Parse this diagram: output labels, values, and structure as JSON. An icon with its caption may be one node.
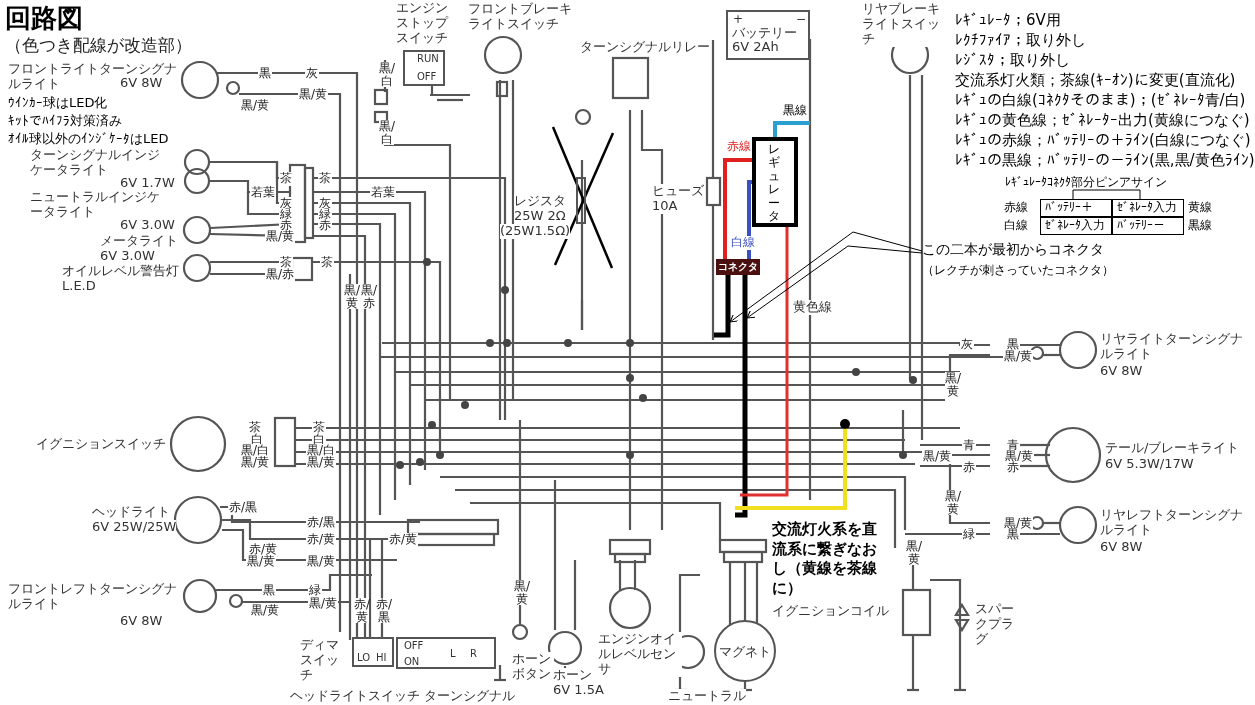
{
  "diagram": {
    "title": "回路図",
    "nodes": [
      {
        "text": [
          "RUN",
          "OFF"
        ],
        "beside": [
          "エンジンストップスイッチ"
        ]
      },
      {
        "text": [
          "+",
          "−",
          "バッテリー 6V 2Ah"
        ]
      },
      {
        "text": [
          "レギュレータ"
        ]
      },
      {
        "text": [
          "コネクタ"
        ]
      },
      {
        "text": [
          "この二本が最初からコネクタ",
          "（レクチが刺さっていたコネクタ）"
        ]
      },
      {
        "text": [
          "LO",
          "HI"
        ]
      },
      {
        "text": [
          "OFF",
          "ON",
          "L",
          "R"
        ]
      },
      {
        "text": [
          "マグネト"
        ]
      }
    ],
    "edges": [
      {
        "from": 2,
        "to": 3,
        "arrow": "none",
        "label": "赤線",
        "style": "thick",
        "color": "#e02020"
      },
      {
        "from": 2,
        "to": 3,
        "arrow": "none",
        "label": "白線",
        "style": "thick",
        "color": "#3a4fc0"
      },
      {
        "from": 4,
        "to": null,
        "arrow": "to"
      },
      {
        "from": 4,
        "to": null,
        "arrow": "to"
      }
    ],
    "labels": [
      "（色つき配線が改造部）",
      "フロントライトターンシグナルライト",
      "6V 8W",
      "ｳｲﾝｶｰ球はLED化",
      "ｷｯﾄでﾊｲﾌﾗ対策済み",
      "ｵｲﾙ球以外のｲﾝｼﾞｹｰﾀはLED",
      "ターンシグナルインジケータライト",
      "6V 1.7W",
      "ニュートラルインジケータライト",
      "6V 3.0W",
      "メータライト",
      "6V 3.0W",
      "オイルレベル警告灯",
      "L.E.D",
      "フロントブレーキライトスイッチ",
      "ターンシグナルリレー",
      "レジスタ",
      "25W 2Ω",
      "(25W1.5Ω)",
      "ヒューズ",
      "10A",
      "リヤブレーキライトスイッチ",
      "ﾚｷﾞｭﾚｰﾀ；6V用",
      "ﾚｸﾁﾌｧｲｱ；取り外し",
      "ﾚｼﾞｽﾀ；取り外し",
      "交流系灯火類；茶線(ｷｰｵﾝ)に変更(直流化)",
      "ﾚｷﾞｭの白線(ｺﾈｸﾀそのまま)；(ｾﾞﾈﾚｰﾀ青/白)",
      "ﾚｷﾞｭの黄色線；ｾﾞﾈﾚｰﾀｰ出力(黄線につなぐ)",
      "ﾚｷﾞｭの赤線；ﾊﾞｯﾃﾘｰの＋ﾗｲﾝ(白線につなぐ)",
      "ﾚｷﾞｭの黒線；ﾊﾞｯﾃﾘｰの－ﾗｲﾝ(黒,黒/黄色ﾗｲﾝ)",
      "ﾚｷﾞｭﾚｰﾀｺﾈｸﾀ部分ピンアサイン",
      "赤線",
      "ﾊﾞｯﾃﾘｰ＋",
      "ｾﾞﾈﾚｰﾀ入力",
      "黄線",
      "白線",
      "ｾﾞﾈﾚｰﾀ入力",
      "ﾊﾞｯﾃﾘｰ－",
      "黒線",
      "黒線",
      "黄色線",
      "リヤライトターンシグナルライト",
      "6V 8W",
      "テール/ブレーキライト",
      "6V 5.3W/17W",
      "リヤレフトターンシグナルライト",
      "6V 8W",
      "イグニションスイッチ",
      "ヘッドライト",
      "6V 25W/25W",
      "フロントレフトターンシグナルライト",
      "6V 8W",
      "ディマスイッチ",
      "ヘッドライトスイッチ",
      "ターンシグナル",
      "ホーンボタン",
      "ホーン",
      "6V 1.5A",
      "エンジンオイルレベルセンサ",
      "ニュートラル",
      "イグニションコイル",
      "スパークプラグ",
      "交流灯火系を直流系に繋ぎなおし（黄線を茶線に）",
      "黒",
      "灰",
      "黒/黄",
      "黒/黄",
      "茶",
      "若葉",
      "灰",
      "緑",
      "赤",
      "黒/黄",
      "茶",
      "若葉",
      "灰",
      "緑",
      "赤",
      "茶",
      "黒/赤",
      "茶",
      "黒/黄",
      "黒/赤",
      "黒/白",
      "黒/白",
      "茶",
      "白",
      "黒/白",
      "黒/黄",
      "茶",
      "白",
      "黒/白",
      "黒/黄",
      "赤/黒",
      "赤/黄",
      "黒/黄",
      "赤/黒",
      "赤/黄",
      "黒/黄",
      "赤/黄",
      "黒",
      "黒/黄",
      "緑",
      "黒/黄",
      "赤/黄",
      "赤/黒",
      "黒/黄",
      "灰",
      "黒",
      "黒/黄",
      "黒/黄",
      "青",
      "黒/黄",
      "赤",
      "青",
      "黒/黄",
      "赤",
      "黒/黄",
      "黒/黄",
      "緑",
      "黒",
      "黒/黄"
    ]
  }
}
